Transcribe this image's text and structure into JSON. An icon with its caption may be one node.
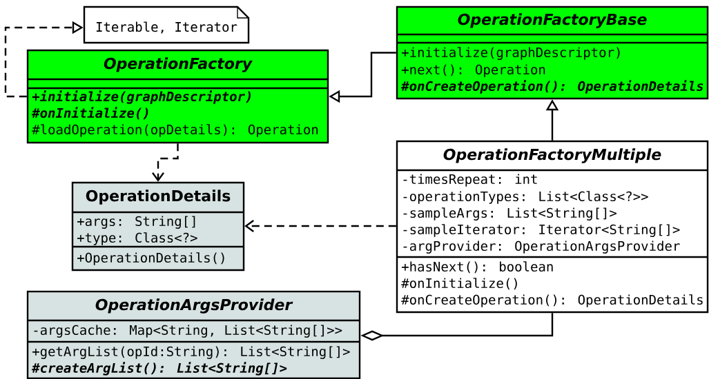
{
  "diagram": {
    "nodes": [
      {
        "text": [
          "Iterable, Iterator"
        ]
      },
      {
        "text": [
          "OperationFactoryBase",
          "+initialize(graphDescriptor)",
          "+next(): Operation",
          "#onCreateOperation(): OperationDetails"
        ]
      },
      {
        "text": [
          "OperationFactory",
          "+initialize(graphDescriptor)",
          "#onInitialize()",
          "#loadOperation(opDetails): Operation"
        ]
      },
      {
        "text": [
          "OperationFactoryMultiple",
          "-timesRepeat: int",
          "-operationTypes: List<Class<?>>",
          "-sampleArgs: List<String[]>",
          "-sampleIterator: Iterator<String[]>",
          "-argProvider: OperationArgsProvider",
          "+hasNext(): boolean",
          "#onInitialize()",
          "#onCreateOperation(): OperationDetails"
        ]
      },
      {
        "text": [
          "OperationDetails",
          "+args: String[]",
          "+type: Class<?>",
          "+OperationDetails()"
        ]
      },
      {
        "text": [
          "OperationArgsProvider",
          "-argsCache: Map<String, List<String[]>>",
          "+getArgList(opId:String): List<String[]>",
          "#createArgList(): List<String[]>"
        ]
      }
    ],
    "edges": [
      {
        "from": 2,
        "to": 0,
        "arrow": "to",
        "style": "dashed"
      },
      {
        "from": 1,
        "to": 2,
        "arrow": "to"
      },
      {
        "from": 3,
        "to": 1,
        "arrow": "to"
      },
      {
        "from": 2,
        "to": 4,
        "arrow": "to",
        "style": "dashed"
      },
      {
        "from": 3,
        "to": 4,
        "arrow": "to",
        "style": "dashed"
      },
      {
        "from": 5,
        "to": 3,
        "arrow": "other"
      }
    ]
  }
}
